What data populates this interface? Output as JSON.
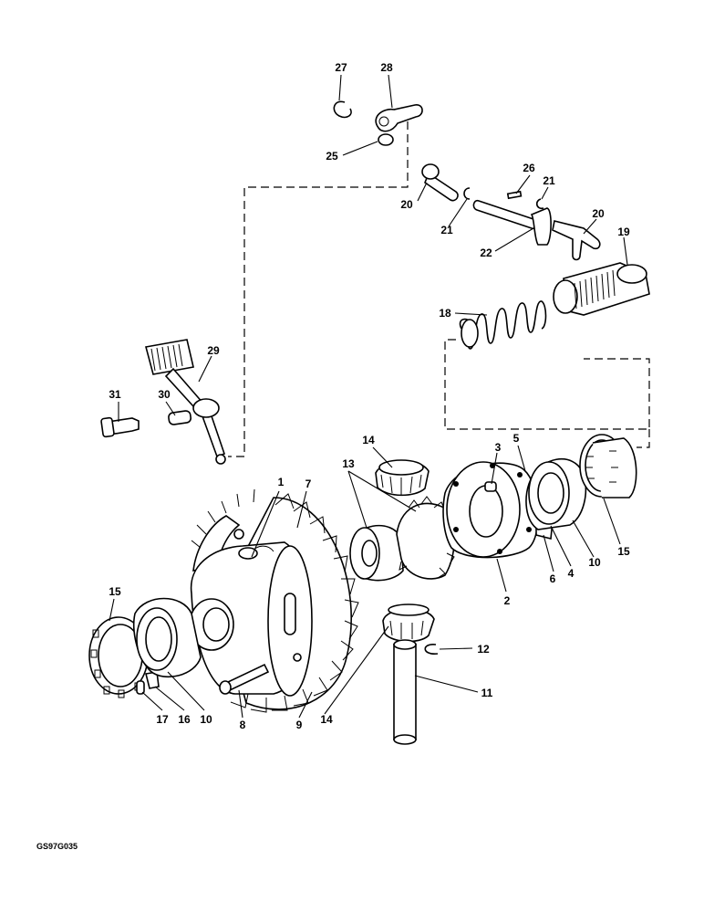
{
  "drawing_code": "GS97G035",
  "callouts": [
    {
      "id": "c1",
      "text": "1"
    },
    {
      "id": "c2",
      "text": "2"
    },
    {
      "id": "c3",
      "text": "3"
    },
    {
      "id": "c4",
      "text": "4"
    },
    {
      "id": "c5",
      "text": "5"
    },
    {
      "id": "c6",
      "text": "6"
    },
    {
      "id": "c7",
      "text": "7"
    },
    {
      "id": "c8",
      "text": "8"
    },
    {
      "id": "c9",
      "text": "9"
    },
    {
      "id": "c10a",
      "text": "10"
    },
    {
      "id": "c10b",
      "text": "10"
    },
    {
      "id": "c11",
      "text": "11"
    },
    {
      "id": "c12",
      "text": "12"
    },
    {
      "id": "c13",
      "text": "13"
    },
    {
      "id": "c14a",
      "text": "14"
    },
    {
      "id": "c14b",
      "text": "14"
    },
    {
      "id": "c15a",
      "text": "15"
    },
    {
      "id": "c15b",
      "text": "15"
    },
    {
      "id": "c16",
      "text": "16"
    },
    {
      "id": "c17",
      "text": "17"
    },
    {
      "id": "c18",
      "text": "18"
    },
    {
      "id": "c19",
      "text": "19"
    },
    {
      "id": "c20a",
      "text": "20"
    },
    {
      "id": "c20b",
      "text": "20"
    },
    {
      "id": "c21a",
      "text": "21"
    },
    {
      "id": "c21b",
      "text": "21"
    },
    {
      "id": "c22",
      "text": "22"
    },
    {
      "id": "c25",
      "text": "25"
    },
    {
      "id": "c26",
      "text": "26"
    },
    {
      "id": "c27",
      "text": "27"
    },
    {
      "id": "c28",
      "text": "28"
    },
    {
      "id": "c29",
      "text": "29"
    },
    {
      "id": "c30",
      "text": "30"
    },
    {
      "id": "c31",
      "text": "31"
    }
  ]
}
